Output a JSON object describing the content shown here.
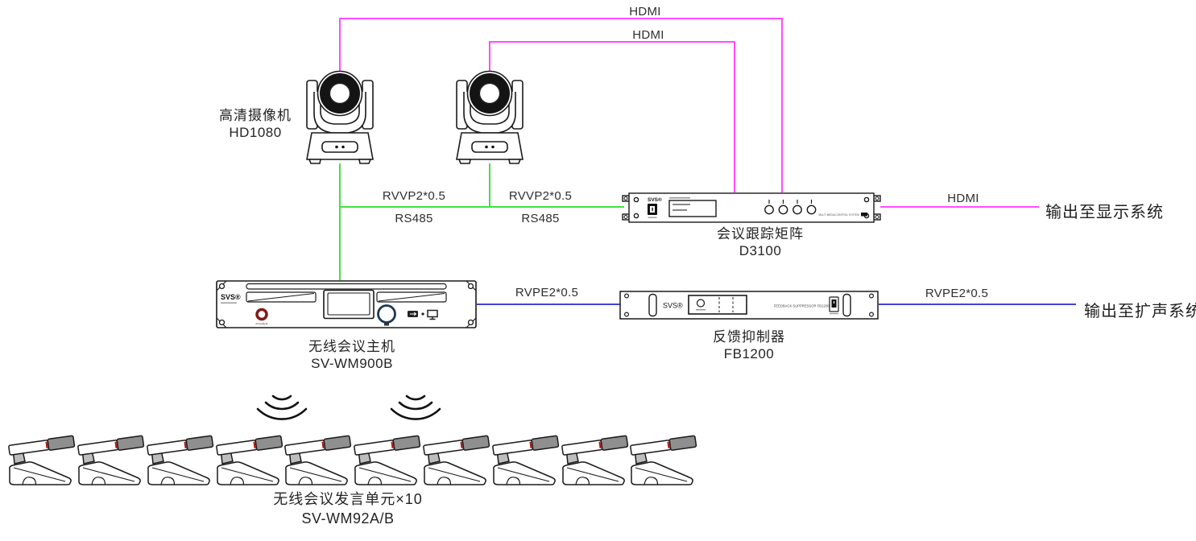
{
  "devices": {
    "camera": {
      "label": "高清摄像机",
      "model": "HD1080"
    },
    "matrix": {
      "label": "会议跟踪矩阵",
      "model": "D3100",
      "brand": "SVS®",
      "panel_text": "MULTI MEDIA CONTROL SYSTEM"
    },
    "host": {
      "label": "无线会议主机",
      "model": "SV-WM900B",
      "brand": "SVS®",
      "power_label": "POWER"
    },
    "suppressor": {
      "label": "反馈抑制器",
      "model": "FB1200",
      "brand": "SVS®",
      "panel_text": "FEEDBACK SUPPRESSOR FB1200"
    },
    "mic": {
      "label": "无线会议发言单元×10",
      "model": "SV-WM92A/B"
    }
  },
  "cables": {
    "hdmi_cam1": "HDMI",
    "hdmi_cam2": "HDMI",
    "hdmi_out": "HDMI",
    "rvvp_1": "RVVP2*0.5",
    "rvvp_2": "RVVP2*0.5",
    "rs485_1": "RS485",
    "rs485_2": "RS485",
    "rvpe_link": "RVPE2*0.5",
    "rvpe_out": "RVPE2*0.5"
  },
  "outputs": {
    "display": "输出至显示系统",
    "sound": "输出至扩声系统"
  },
  "colors": {
    "hdmi": "#ff4cff",
    "control": "#42e042",
    "audio": "#4343d8"
  }
}
